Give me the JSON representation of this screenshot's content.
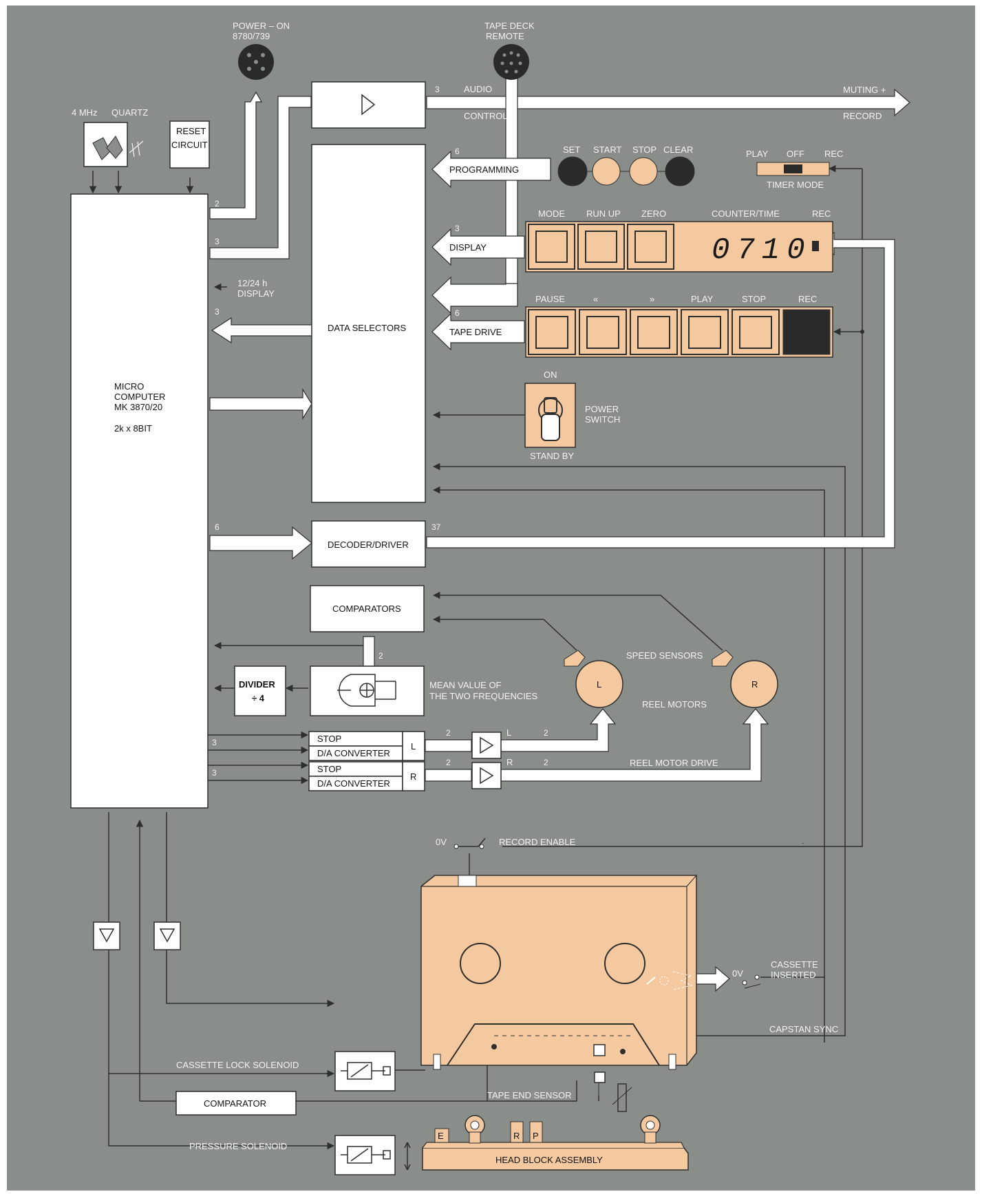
{
  "colors": {
    "background": "#8a8e8a",
    "panel_tan": "#f5c9a0",
    "box_white": "#ffffff",
    "line_dark": "#3c3c3c",
    "button_black": "#2a2a2a"
  },
  "connectors": {
    "power_on": "POWER – ON",
    "power_on_model": "8780/739",
    "tape_deck": "TAPE DECK",
    "tape_deck_remote": "REMOTE"
  },
  "quartz": {
    "freq": "4 MHz",
    "label": "QUARTZ"
  },
  "reset": {
    "line1": "RESET",
    "line2": "CIRCUIT"
  },
  "microcomputer": {
    "line1": "MICRO",
    "line2": "COMPUTER",
    "line3": "MK 3870/20",
    "line4": "2k x 8BIT"
  },
  "blocks": {
    "data_selectors": "DATA SELECTORS",
    "decoder_driver": "DECODER/DRIVER",
    "comparators": "COMPARATORS",
    "divider_line1": "DIVIDER",
    "divider_line2": "÷ 4",
    "stop": "STOP",
    "da_converter": "D/A CONVERTER",
    "comparator": "COMPARATOR",
    "head_block": "HEAD BLOCK ASSEMBLY"
  },
  "signals": {
    "audio": "AUDIO",
    "control": "CONTROL",
    "muting": "MUTING +",
    "record": "RECORD",
    "programming": "PROGRAMMING",
    "display": "DISPLAY",
    "tape_drive": "TAPE DRIVE",
    "display_1224_line1": "12/24 h",
    "display_1224_line2": "DISPLAY",
    "mean_value_line1": "MEAN VALUE OF",
    "mean_value_line2": "THE TWO FREQUENCIES",
    "speed_sensors": "SPEED SENSORS",
    "reel_motors": "REEL MOTORS",
    "reel_motor_drive": "REEL MOTOR DRIVE",
    "record_enable": "RECORD ENABLE",
    "zero_volt": "0V",
    "cassette_inserted_line1": "CASSETTE",
    "cassette_inserted_line2": "INSERTED",
    "capstan_sync": "CAPSTAN SYNC",
    "cassette_lock_solenoid": "CASSETTE LOCK SOLENOID",
    "tape_end_sensor": "TAPE END SENSOR",
    "pressure_solenoid": "PRESSURE SOLENOID"
  },
  "bus_widths": {
    "audio": "3",
    "programming": "6",
    "mc_power": "2",
    "mc_data": "3",
    "display": "3",
    "mc_in": "3",
    "tape_drive": "6",
    "decoder_in": "6",
    "decoder_out": "37",
    "comparators": "2",
    "da_l_in": "3",
    "da_r_in": "3",
    "da_l_out": "2",
    "da_r_out": "2",
    "motor_l": "2",
    "motor_r": "2"
  },
  "motor_letters": {
    "left": "L",
    "right": "R"
  },
  "programming_panel": {
    "set": "SET",
    "start": "START",
    "stop": "STOP",
    "clear": "CLEAR"
  },
  "timer": {
    "play": "PLAY",
    "off": "OFF",
    "rec": "REC",
    "mode": "TIMER MODE"
  },
  "display_panel": {
    "mode": "MODE",
    "run_up": "RUN UP",
    "zero": "ZERO",
    "counter_time": "COUNTER/TIME",
    "rec": "REC",
    "counter_value": "0710"
  },
  "transport_panel": {
    "pause": "PAUSE",
    "rewind": "«",
    "forward": "»",
    "play": "PLAY",
    "stop": "STOP",
    "rec": "REC"
  },
  "power_switch": {
    "on": "ON",
    "line1": "POWER",
    "line2": "SWITCH",
    "standby": "STAND BY"
  },
  "heads": {
    "erase": "E",
    "record": "R",
    "play": "P"
  }
}
